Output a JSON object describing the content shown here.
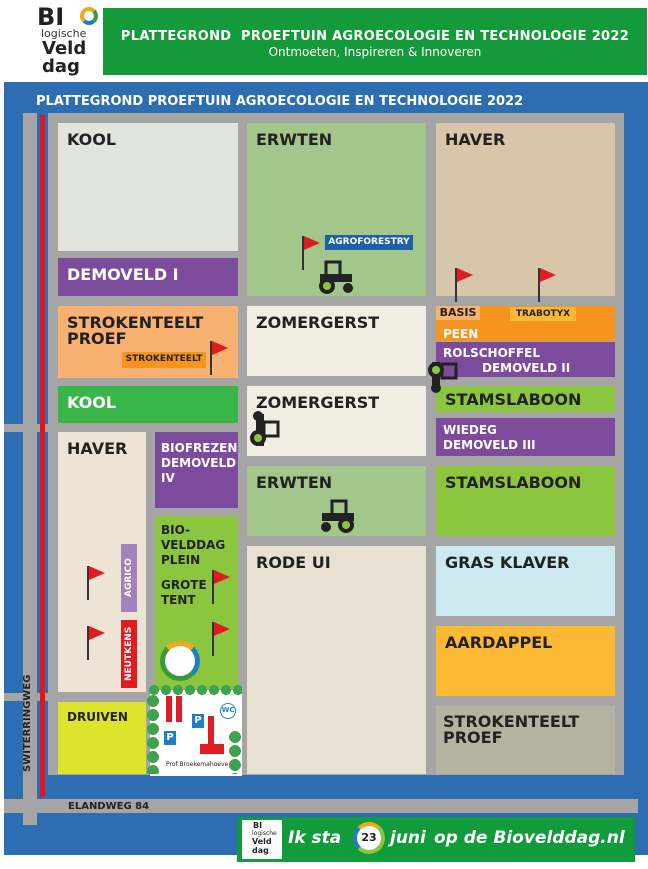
{
  "logo": {
    "bio": "BI",
    "logische": "logische",
    "veld": "Veld",
    "dag": "dag"
  },
  "header": {
    "title": "PLATTEGROND  PROEFTUIN AGROECOLOGIE EN TECHNOLOGIE 2022",
    "subtitle": "Ontmoeten, Inspireren & Innoveren"
  },
  "map": {
    "title": "PLATTEGROND PROEFTUIN AGROECOLOGIE EN TECHNOLOGIE 2022",
    "roads": {
      "west": "SWITERRINGWEG",
      "south": "ELANDWEG 84"
    },
    "plots": {
      "kool_top": "KOOL",
      "demoveld1": "DEMOVELD I",
      "strokenteelt_proef_left_1": "STROKENTEELT",
      "strokenteelt_proef_left_2": "PROEF",
      "strokenteelt_tag": "STROKENTEELT",
      "kool_mid": "KOOL",
      "haver_left": "HAVER",
      "agrico": "AGRICO",
      "neutkens": "NEUTKENS",
      "biofrezen_1": "BIOFREZEN",
      "biofrezen_2": "DEMOVELD",
      "biofrezen_3": "IV",
      "plein_1": "BIO-",
      "plein_2": "VELDDAG",
      "plein_3": "PLEIN",
      "grote_tent_1": "GROTE",
      "grote_tent_2": "TENT",
      "wc": "WC",
      "parking": "P",
      "farm_name": "Prof Broekemahoeve",
      "druiven": "DRUIVEN",
      "erwten_top": "ERWTEN",
      "agroforestry": "AGROFORESTRY",
      "zomergerst_1": "ZOMERGERST",
      "zomergerst_2": "ZOMERGERST",
      "erwten_mid": "ERWTEN",
      "rode_ui": "RODE UI",
      "haver_right": "HAVER",
      "basis": "BASIS",
      "trabotyx": "TRABOTYX",
      "peen": "PEEN",
      "rolschoffel_1": "ROLSCHOFFEL",
      "rolschoffel_2": "DEMOVELD II",
      "stamslaboon_1": "STAMSLABOON",
      "wiedeg_1": "WIEDEG",
      "wiedeg_2": "DEMOVELD III",
      "stamslaboon_2": "STAMSLABOON",
      "gras_klaver": "GRAS KLAVER",
      "aardappel": "AARDAPPEL",
      "strokenteelt_proef_right_1": "STROKENTEELT",
      "strokenteelt_proef_right_2": "PROEF"
    }
  },
  "promo": {
    "part1": "Ik sta",
    "day": "23",
    "part2": "juni",
    "part3": "op de Biovelddag.nl"
  },
  "colors": {
    "header_green": "#159a3b",
    "map_blue": "#2d6eb3",
    "road_grey": "#a5a5a5",
    "purple": "#7d4b9b",
    "orange": "#f7941d",
    "lime": "#8cc63f",
    "plot_green": "#39b54a",
    "beige": "#e8e0d2",
    "light_green": "#a3c78a",
    "tan": "#d7c6aa",
    "light_blue": "#cde9f0",
    "yellow_orange": "#fbb934",
    "grey_plot": "#b4b3a0",
    "flag_red": "#e11b22"
  }
}
